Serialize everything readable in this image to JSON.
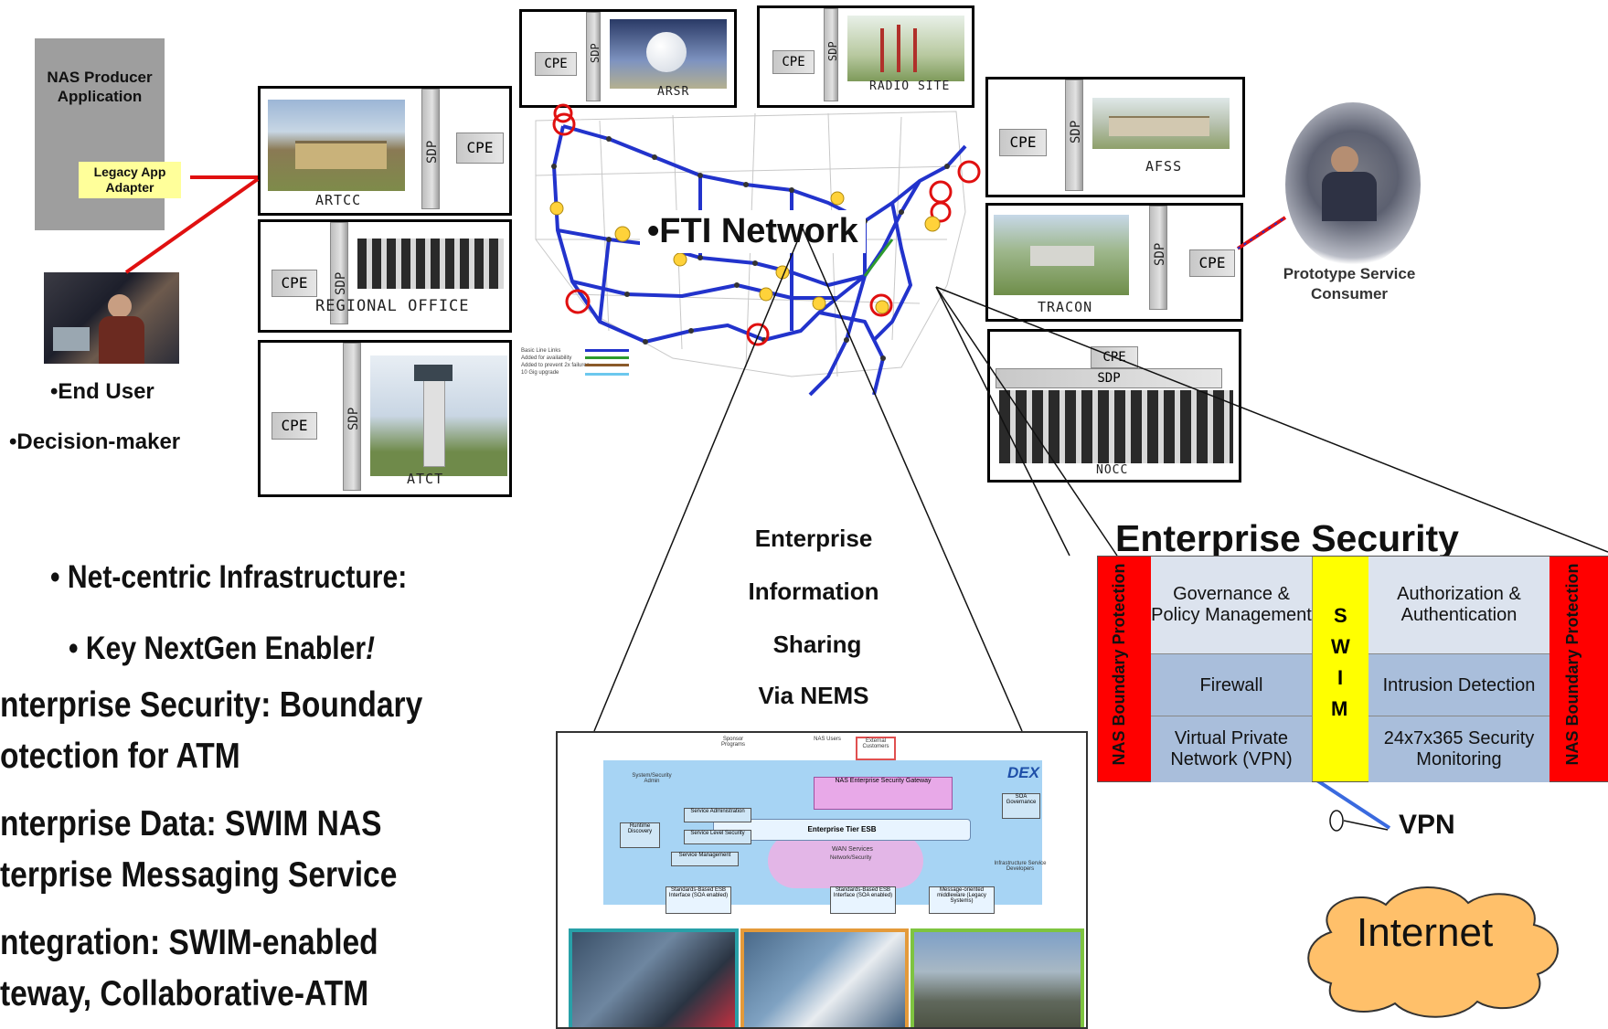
{
  "producer": {
    "title": "NAS Producer Application",
    "adapter": "Legacy App Adapter"
  },
  "end_user": {
    "line1": "•End User",
    "line2": "•Decision-maker"
  },
  "sites": {
    "artcc": "ARTCC",
    "regional": "REGIONAL OFFICE",
    "atct": "ATCT",
    "arsr": "ARSR",
    "radio": "RADIO SITE",
    "afss": "AFSS",
    "tracon": "TRACON",
    "nocc": "NOCC"
  },
  "cpe": "CPE",
  "sdp": "SDP",
  "network": {
    "label": "•FTI Network"
  },
  "map_legend": [
    "Basic Line Links",
    "Added for availability",
    "Added to prevent 2x failures",
    "10 Gig upgrade"
  ],
  "consumer": {
    "line1": "Prototype Service",
    "line2": "Consumer"
  },
  "bullets": {
    "b1": "• Net-centric Infrastructure:",
    "b2": "• Key NextGen Enabler",
    "b2_mark": "!",
    "b3a": "nterprise Security: Boundary",
    "b3b": "otection for ATM",
    "b4a": "nterprise Data: SWIM NAS",
    "b4b": "terprise Messaging Service",
    "b5a": "ntegration: SWIM-enabled",
    "b5b": "teway, Collaborative-ATM"
  },
  "eis": {
    "l1": "Enterprise",
    "l2": "Information",
    "l3": "Sharing",
    "l4": "Via NEMS"
  },
  "security": {
    "title": "Enterprise Security",
    "boundary": "NAS Boundary Protection",
    "governance": "Governance & Policy Management",
    "authz": "Authorization & Authentication",
    "firewall": "Firewall",
    "intrusion": "Intrusion Detection",
    "vpn_cell": "Virtual Private Network (VPN)",
    "monitoring": "24x7x365 Security Monitoring",
    "swim": [
      "S",
      "W",
      "I",
      "M"
    ]
  },
  "vpn": "VPN",
  "internet": "Internet",
  "dex": {
    "title": "DEX",
    "gateway": "NAS Enterprise Security Gateway",
    "esb": "Enterprise Tier ESB",
    "wan": "WAN Services",
    "netsec": "Network/Security",
    "sponsor": "Sponsor Programs",
    "nas_users": "NAS Users",
    "external": "External Customers",
    "sysadmin": "System/Security Admin",
    "svc_admin": "Service Administration",
    "svc_level": "Service Level Security",
    "svc_mgmt": "Service Management",
    "runtime": "Runtime Discovery",
    "soa_gov": "SOA Governance",
    "infra": "Infrastructure Service Developers",
    "std1": "Standards-Based ESB Interface (SOA enabled)",
    "std2": "Standards-Based ESB Interface (SOA enabled)",
    "msg": "Message-oriented middleware (Legacy Systems)"
  },
  "colors": {
    "route": "#2233cc",
    "link_red": "#e01010",
    "boundary_red": "#ff0000",
    "swim_yellow": "#ffff00",
    "cell_light": "#dce3ee",
    "cell_blue": "#a9bedb",
    "cloud": "#ffc06a"
  }
}
